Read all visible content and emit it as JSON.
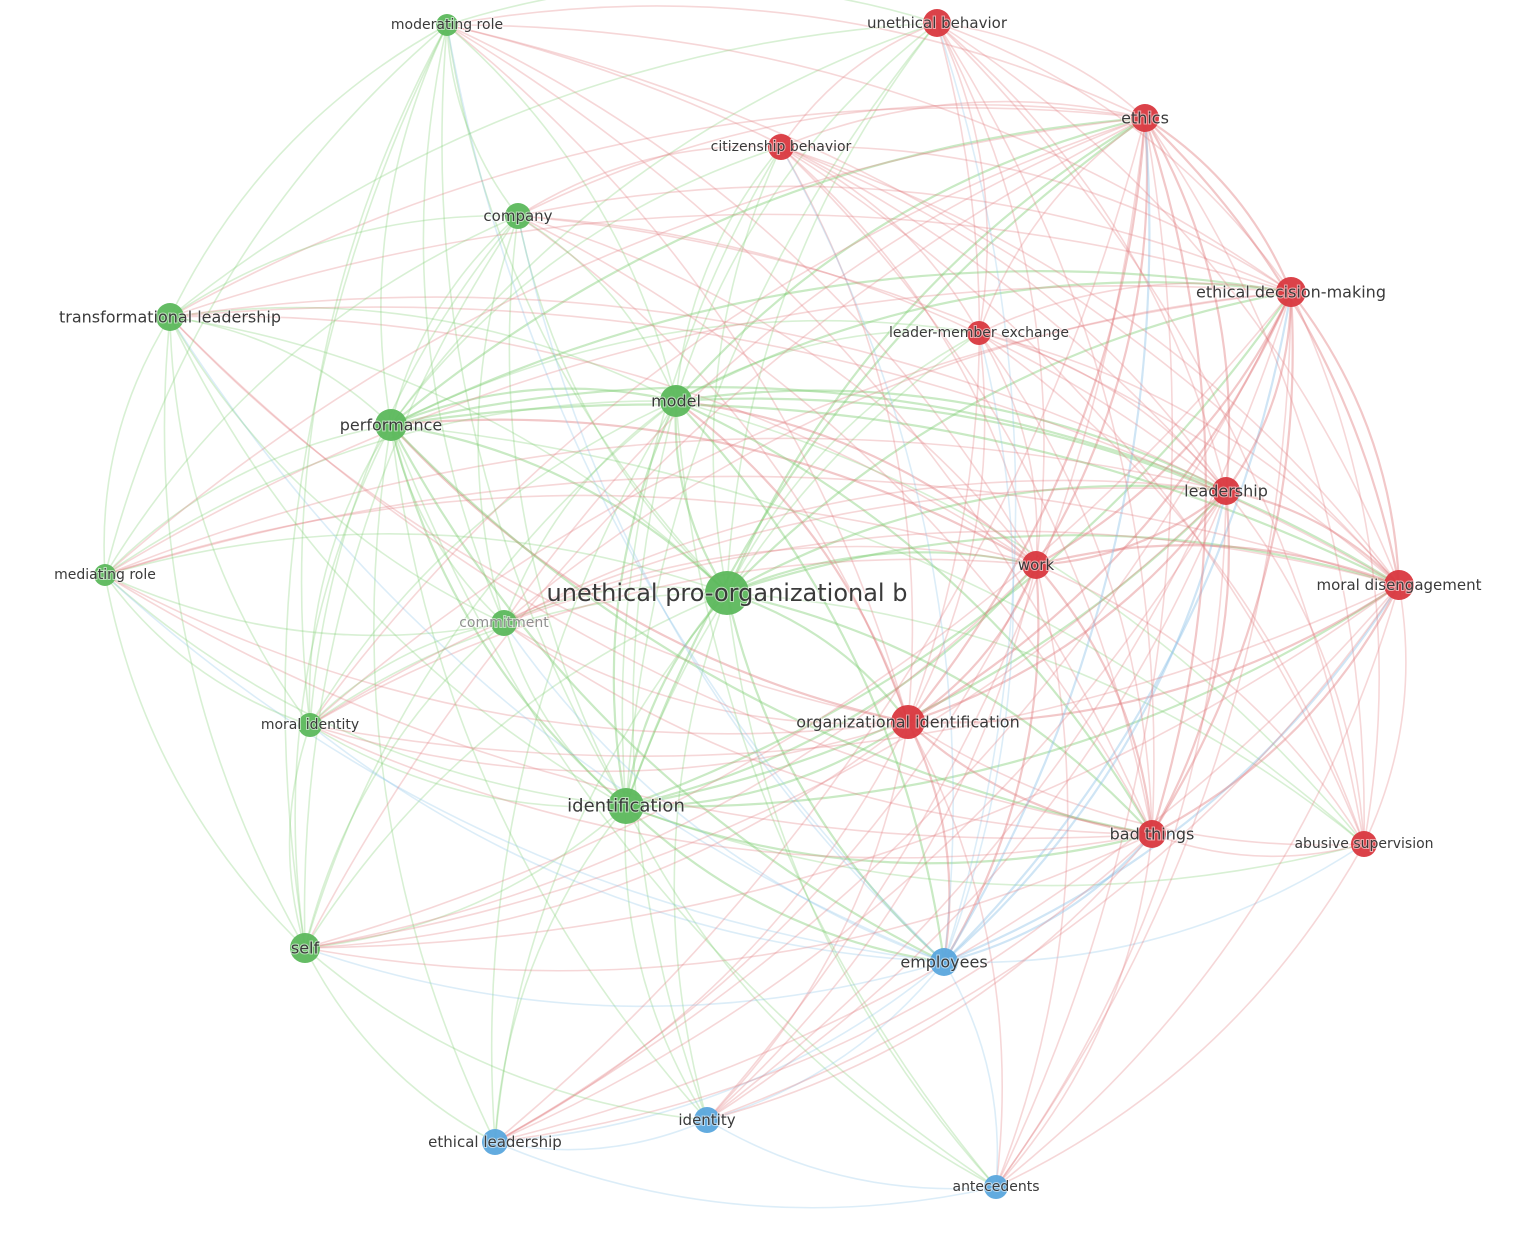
{
  "network": {
    "clusters": [
      {
        "id": 1,
        "color": "#d9383f",
        "edge_color": "#e07b7e"
      },
      {
        "id": 2,
        "color": "#5cb85c",
        "edge_color": "#7fcc72"
      },
      {
        "id": 3,
        "color": "#5aa6dd",
        "edge_color": "#8cc2e8"
      }
    ],
    "nodes": [
      {
        "id": "upob",
        "label": "unethical pro-organizational b",
        "cluster": 2
      },
      {
        "id": "identification",
        "label": "identification",
        "cluster": 2
      },
      {
        "id": "performance",
        "label": "performance",
        "cluster": 2
      },
      {
        "id": "model",
        "label": "model",
        "cluster": 2
      },
      {
        "id": "company",
        "label": "company",
        "cluster": 2
      },
      {
        "id": "moderating",
        "label": "moderating role",
        "cluster": 2
      },
      {
        "id": "transformational",
        "label": "transformational leadership",
        "cluster": 2
      },
      {
        "id": "mediating",
        "label": "mediating role",
        "cluster": 2
      },
      {
        "id": "commitment",
        "label": "commitment",
        "cluster": 2
      },
      {
        "id": "moralidentity",
        "label": "moral identity",
        "cluster": 2
      },
      {
        "id": "self",
        "label": "self",
        "cluster": 2
      },
      {
        "id": "unethicalbehavior",
        "label": "unethical behavior",
        "cluster": 1
      },
      {
        "id": "ethics",
        "label": "ethics",
        "cluster": 1
      },
      {
        "id": "citizenship",
        "label": "citizenship behavior",
        "cluster": 1
      },
      {
        "id": "edm",
        "label": "ethical decision-making",
        "cluster": 1
      },
      {
        "id": "lmx",
        "label": "leader-member exchange",
        "cluster": 1
      },
      {
        "id": "leadership",
        "label": "leadership",
        "cluster": 1
      },
      {
        "id": "work",
        "label": "work",
        "cluster": 1
      },
      {
        "id": "moraldis",
        "label": "moral disengagement",
        "cluster": 1
      },
      {
        "id": "orgid",
        "label": "organizational identification",
        "cluster": 1
      },
      {
        "id": "badthings",
        "label": "bad things",
        "cluster": 1
      },
      {
        "id": "abusive",
        "label": "abusive supervision",
        "cluster": 1
      },
      {
        "id": "employees",
        "label": "employees",
        "cluster": 3
      },
      {
        "id": "ethicalleadership",
        "label": "ethical leadership",
        "cluster": 3
      },
      {
        "id": "identity",
        "label": "identity",
        "cluster": 3
      },
      {
        "id": "antecedents",
        "label": "antecedents",
        "cluster": 3
      }
    ]
  }
}
